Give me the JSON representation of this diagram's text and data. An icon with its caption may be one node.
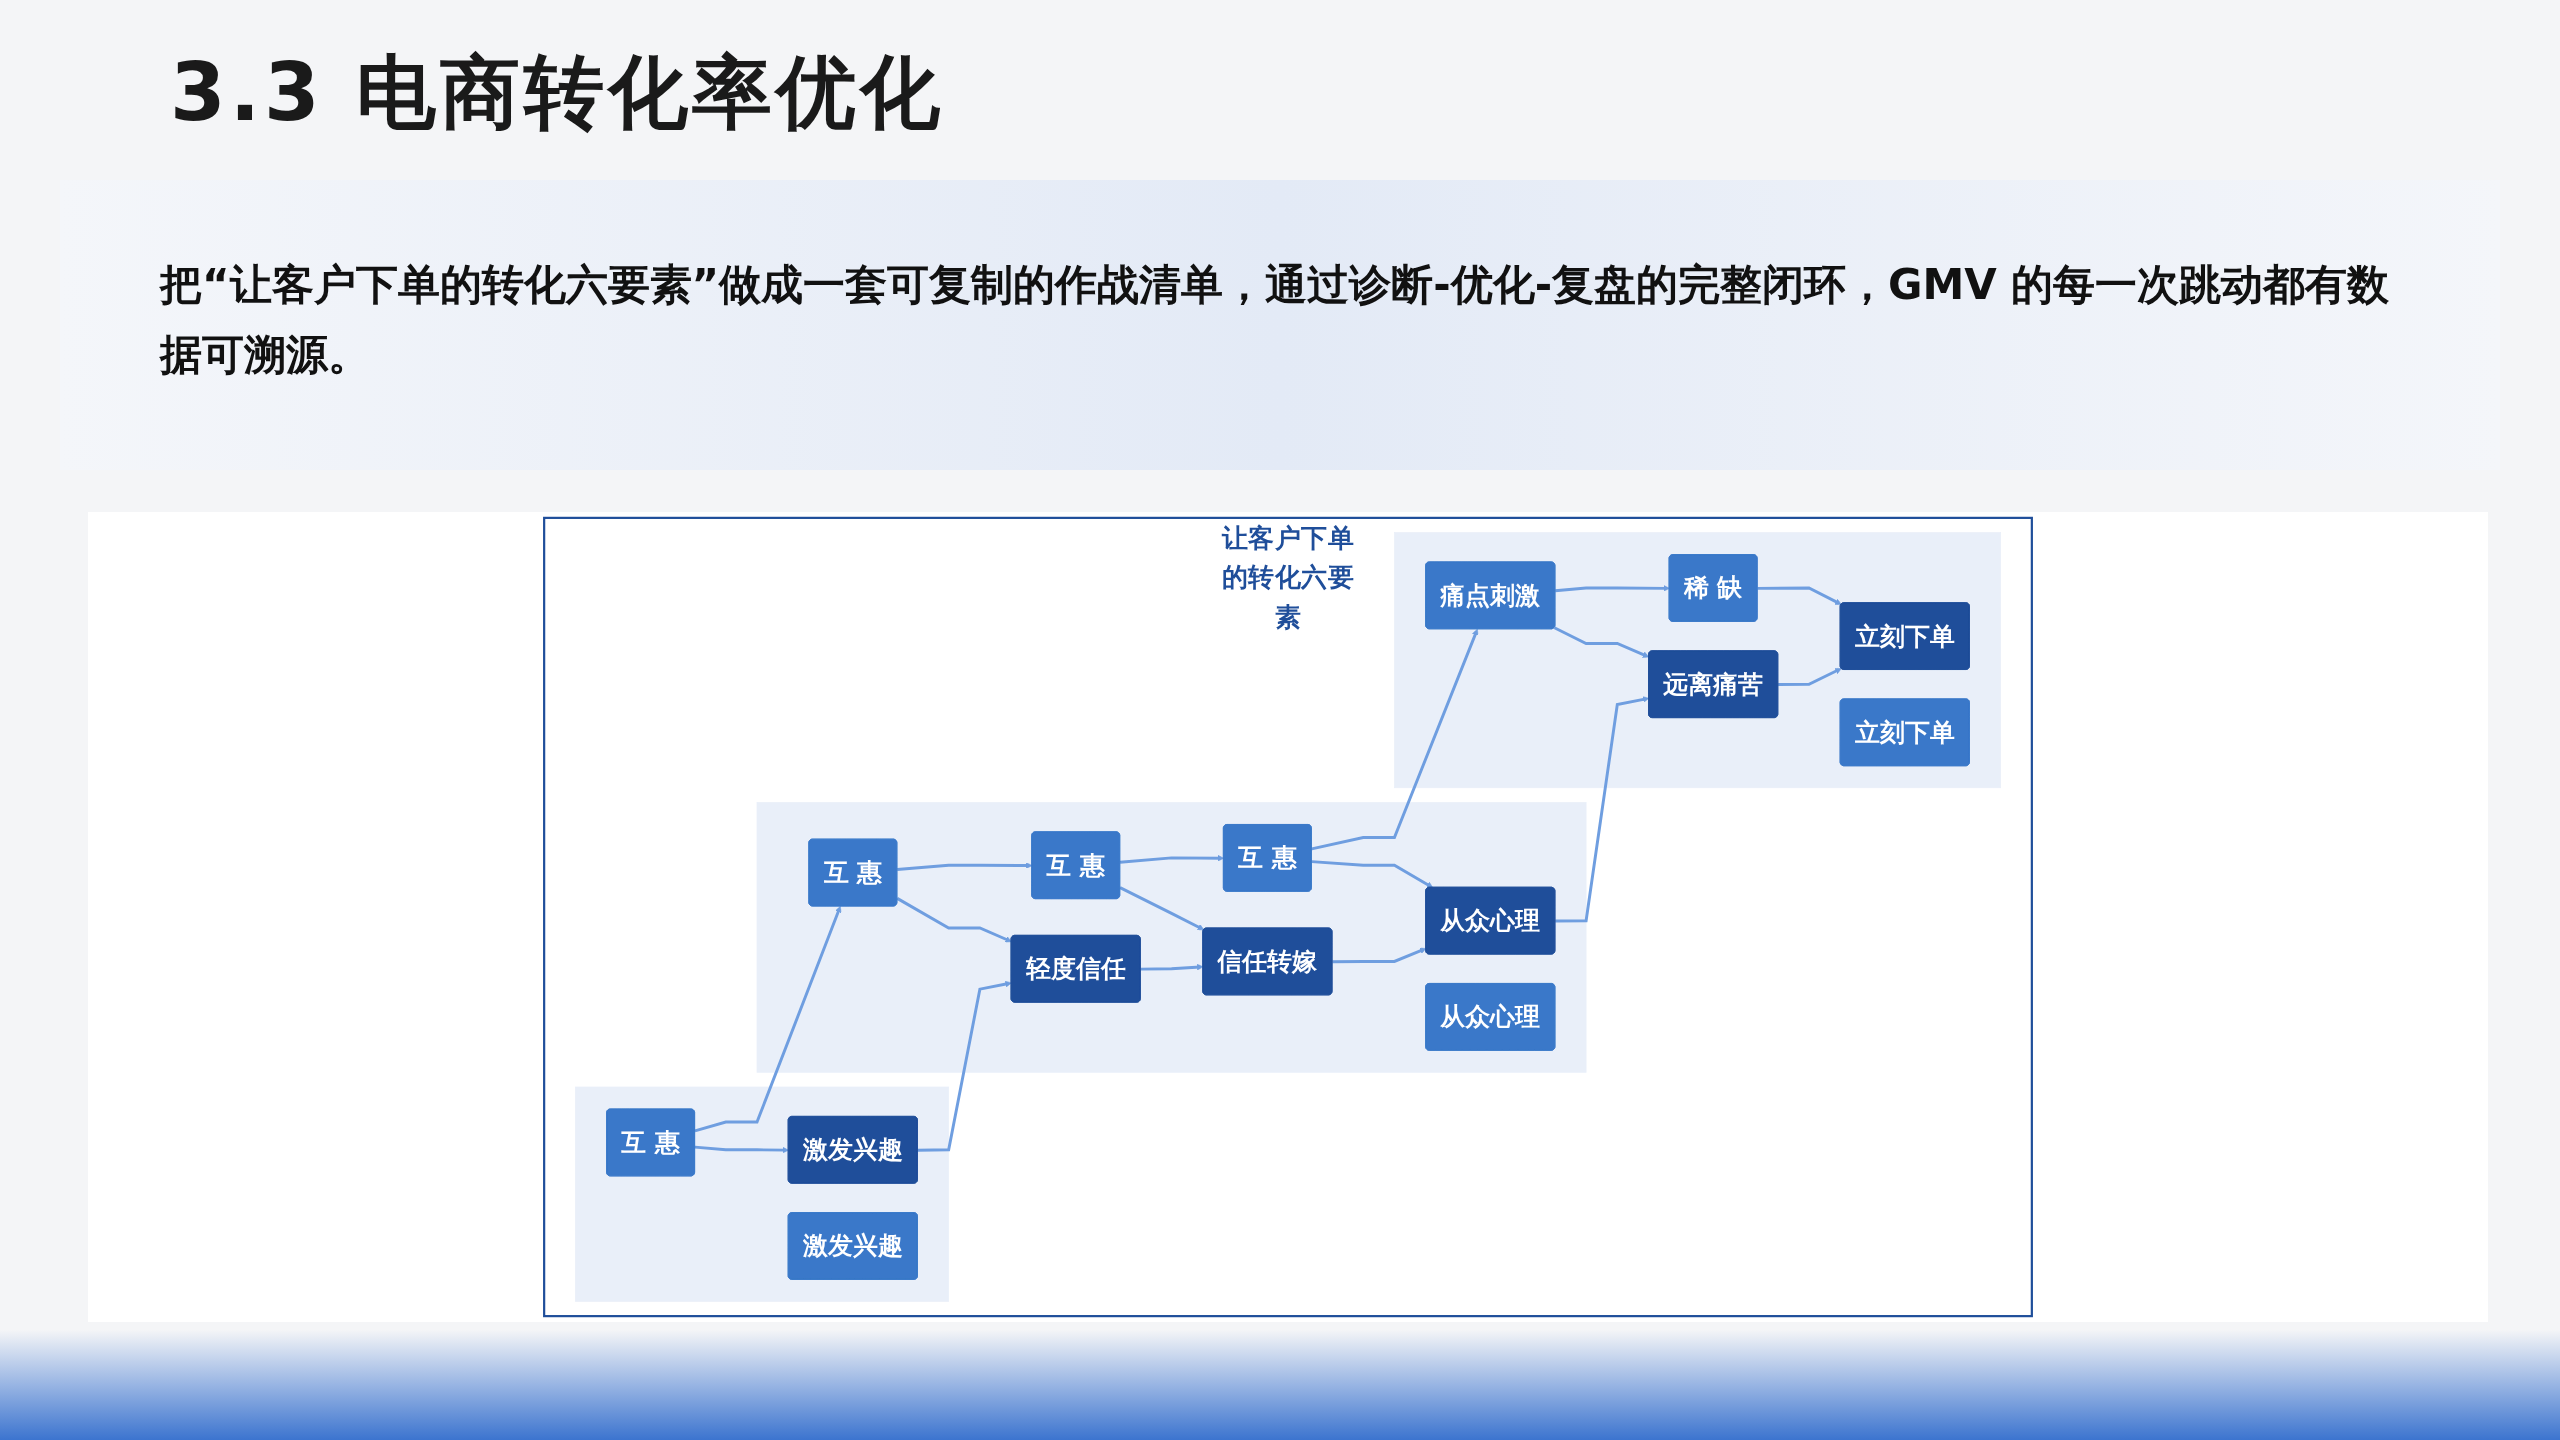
{
  "diagram": {
    "title": "3.3 电商转化率优化",
    "nodes": [
      {
        "text": [
          "让客户下单的转化六要素"
        ]
      },
      {
        "text": [],
        "shape": "box",
        "in": 0
      },
      {
        "text": [
          "互 惠"
        ],
        "in": 1
      },
      {
        "text": [
          "激发兴趣"
        ],
        "in": 1
      },
      {
        "text": [
          "激发兴趣"
        ],
        "in": 1
      },
      {
        "text": [],
        "shape": "box",
        "in": 0
      },
      {
        "text": [
          "互 惠"
        ],
        "in": 5
      },
      {
        "text": [
          "轻度信任"
        ],
        "in": 5
      },
      {
        "text": [
          "互 惠"
        ],
        "in": 5
      },
      {
        "text": [
          "信任转嫁"
        ],
        "in": 5
      },
      {
        "text": [
          "互 惠"
        ],
        "in": 5
      },
      {
        "text": [
          "从众心理"
        ],
        "in": 5
      },
      {
        "text": [
          "从众心理"
        ],
        "in": 5
      },
      {
        "text": [],
        "shape": "box",
        "in": 0
      },
      {
        "text": [
          "痛点刺激"
        ],
        "in": 13
      },
      {
        "text": [
          "远离痛苦"
        ],
        "in": 13
      },
      {
        "text": [
          "稀 缺"
        ],
        "in": 13
      },
      {
        "text": [
          "立刻下单"
        ],
        "in": 13
      },
      {
        "text": [
          "立刻下单"
        ],
        "in": 13
      }
    ],
    "edges": [
      {
        "from": 2,
        "to": 6,
        "arrow": "to"
      },
      {
        "from": 6,
        "to": 8,
        "arrow": "to"
      },
      {
        "from": 8,
        "to": 10,
        "arrow": "to"
      },
      {
        "from": 10,
        "to": 14,
        "arrow": "to"
      },
      {
        "from": 14,
        "to": 16,
        "arrow": "to"
      },
      {
        "from": 2,
        "to": 3,
        "arrow": "to"
      },
      {
        "from": 6,
        "to": 7,
        "arrow": "to"
      },
      {
        "from": 8,
        "to": 9,
        "arrow": "to"
      },
      {
        "from": 10,
        "to": 11,
        "arrow": "to"
      },
      {
        "from": 14,
        "to": 15,
        "arrow": "to"
      },
      {
        "from": 16,
        "to": 17,
        "arrow": "to"
      },
      {
        "from": 3,
        "to": 7,
        "arrow": "to"
      },
      {
        "from": 7,
        "to": 9,
        "arrow": "to"
      },
      {
        "from": 9,
        "to": 11,
        "arrow": "to"
      },
      {
        "from": 11,
        "to": 15,
        "arrow": "to"
      },
      {
        "from": 15,
        "to": 17,
        "arrow": "to"
      }
    ],
    "labels": [
      "把“让客户下单的转化六要素”做成一套可复制的作战清单，通过诊断-优化-复盘的完整闭环，GMV 的每一次跳动都有数据可溯源。"
    ]
  }
}
